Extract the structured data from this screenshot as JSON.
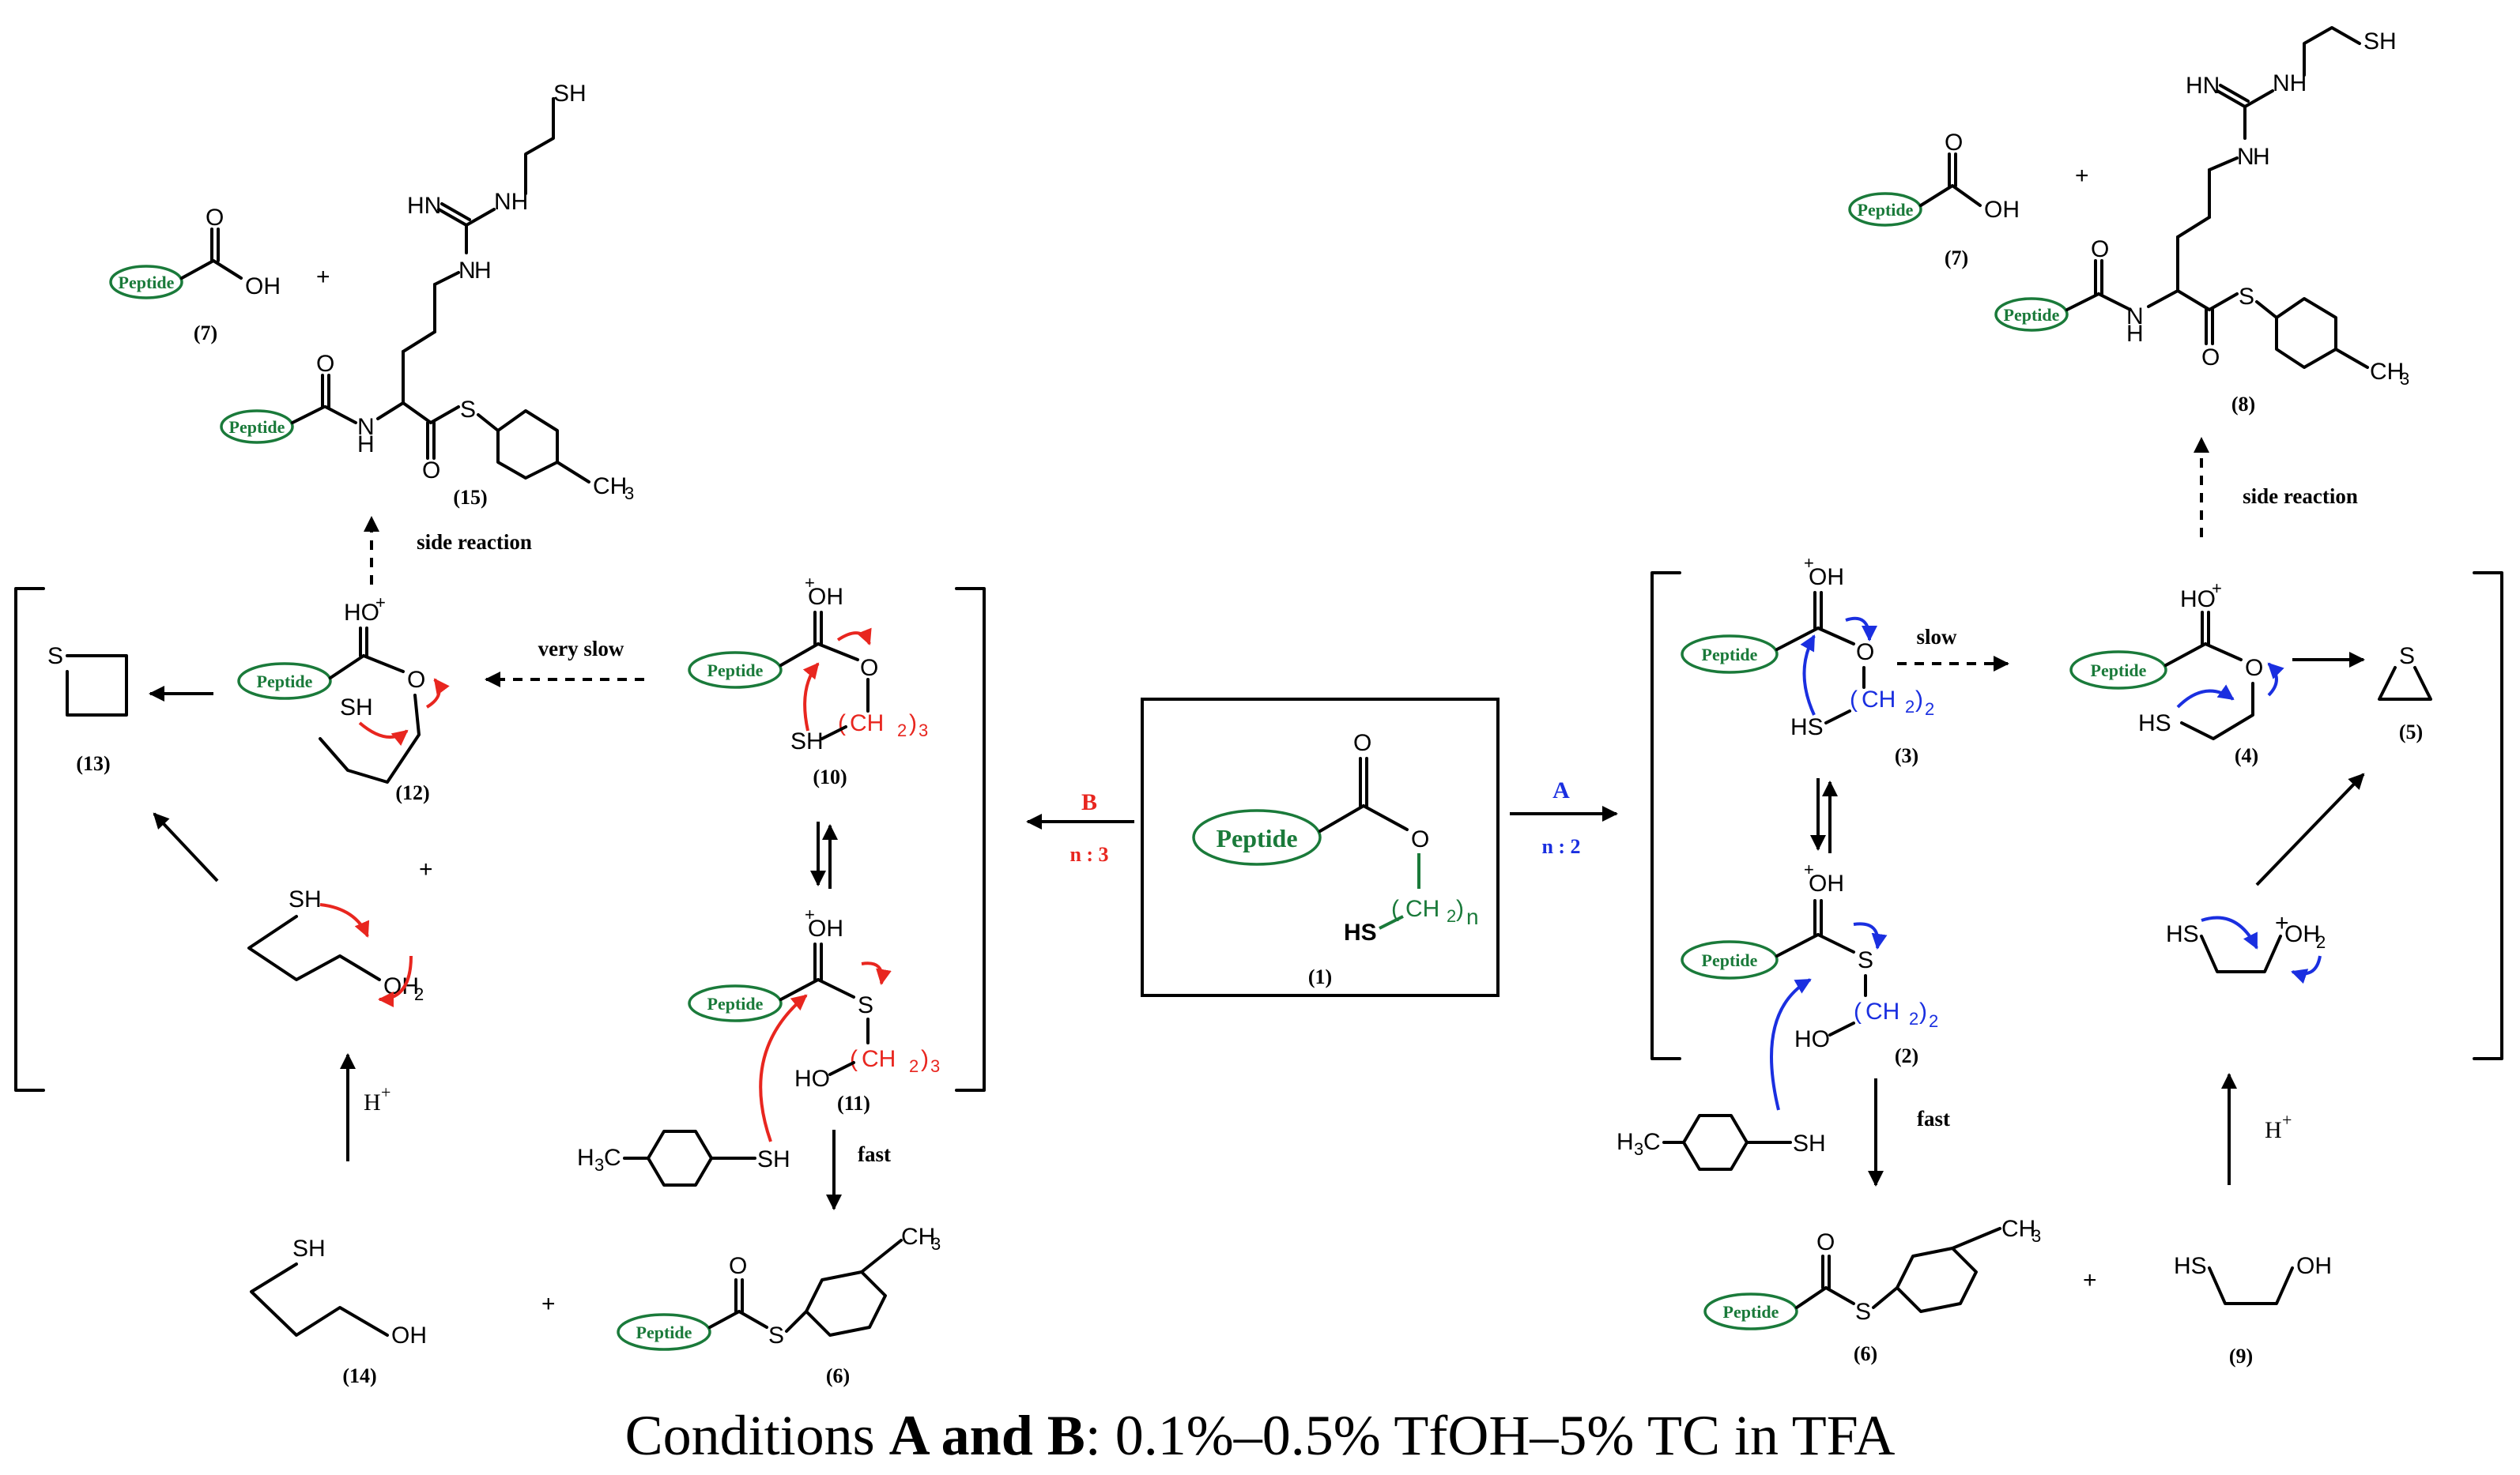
{
  "caption": {
    "prefix": "Conditions ",
    "bold": "A and B",
    "suffix": ": 0.1%–0.5% TfOH–5% TC in TFA"
  },
  "labels": {
    "c1": "(1)",
    "c2": "(2)",
    "c3": "(3)",
    "c4": "(4)",
    "c5": "(5)",
    "c6": "(6)",
    "c6b": "(6)",
    "c7": "(7)",
    "c7b": "(7)",
    "c8": "(8)",
    "c9": "(9)",
    "c10": "(10)",
    "c11": "(11)",
    "c12": "(12)",
    "c13": "(13)",
    "c14": "(14)",
    "c15": "(15)"
  },
  "arrows": {
    "B": "B",
    "n3": "n : 3",
    "A": "A",
    "n2": "n : 2",
    "very_slow": "very slow",
    "slow": "slow",
    "fast": "fast",
    "side_reaction": "side reaction",
    "hplus": "H"
  },
  "atoms": {
    "peptide": "Peptide",
    "O": "O",
    "OH": "OH",
    "HO": "HO",
    "S": "S",
    "SH": "SH",
    "HS": "HS",
    "NH": "NH",
    "HN": "HN",
    "N": "N",
    "H": "H",
    "CH3": "CH",
    "H3C": "H",
    "CH2": "CH",
    "n": "n",
    "plus": "+",
    "OH2": "OH",
    "two": "2",
    "three": "3",
    "C": "C"
  },
  "colors": {
    "peptide_green": "#1a7a3a",
    "pathway_B_red": "#e8261f",
    "pathway_A_blue": "#1a2fe0"
  }
}
